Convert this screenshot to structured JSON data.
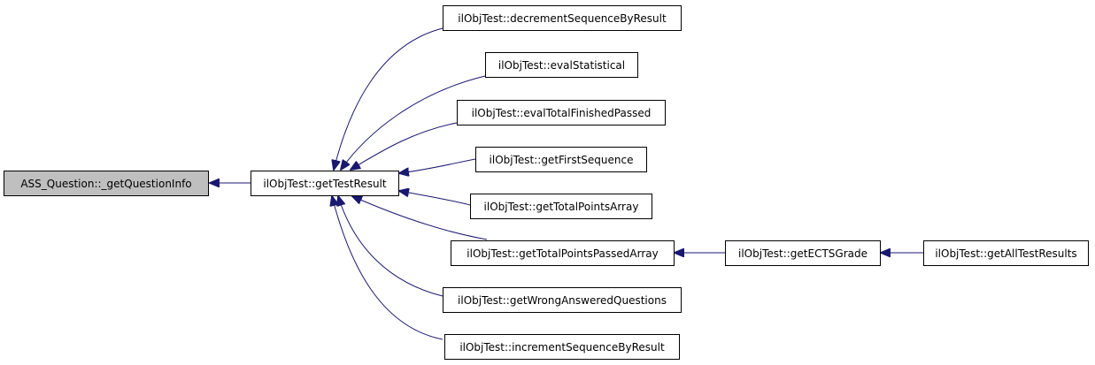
{
  "colors": {
    "edge": "#191970",
    "node_border": "#000000",
    "highlight_fill": "#bfbfbf"
  },
  "nodes": {
    "root": "ASS_Question::_getQuestionInfo",
    "getTestResult": "ilObjTest::getTestResult",
    "decrementSequenceByResult": "ilObjTest::decrementSequenceByResult",
    "evalStatistical": "ilObjTest::evalStatistical",
    "evalTotalFinishedPassed": "ilObjTest::evalTotalFinishedPassed",
    "getFirstSequence": "ilObjTest::getFirstSequence",
    "getTotalPointsArray": "ilObjTest::getTotalPointsArray",
    "getTotalPointsPassedArray": "ilObjTest::getTotalPointsPassedArray",
    "getWrongAnsweredQuestions": "ilObjTest::getWrongAnsweredQuestions",
    "incrementSequenceByResult": "ilObjTest::incrementSequenceByResult",
    "getECTSGrade": "ilObjTest::getECTSGrade",
    "getAllTestResults": "ilObjTest::getAllTestResults"
  }
}
